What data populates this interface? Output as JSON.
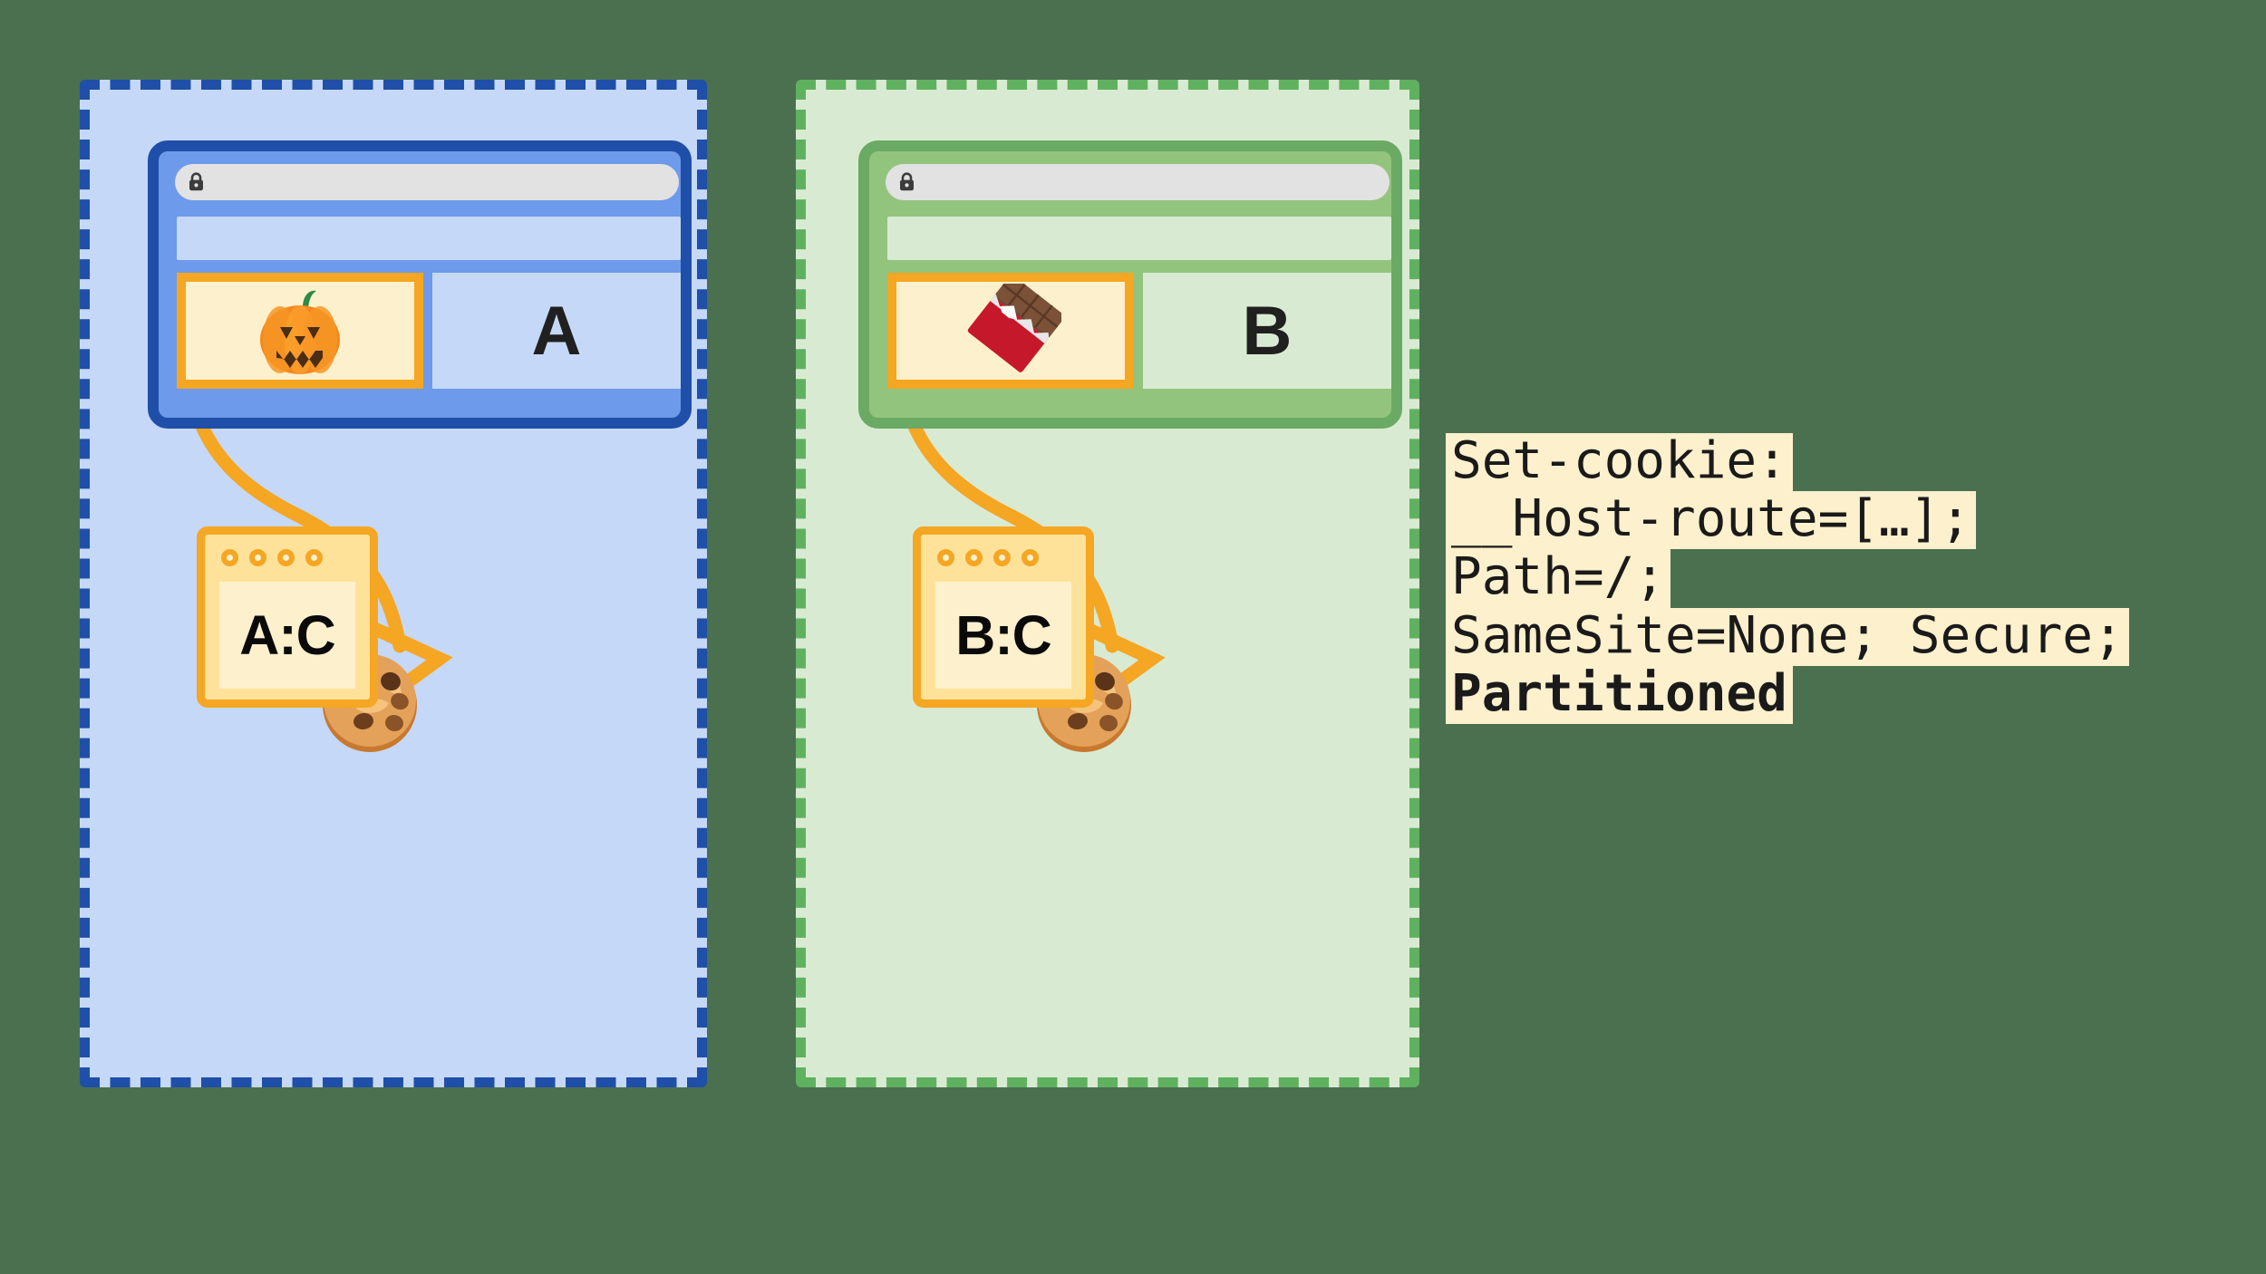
{
  "background_color": "#4a7050",
  "accent_colors": {
    "partition_blue_border": "#1f4fa8",
    "partition_blue_fill": "#c6d8f7",
    "partition_green_border": "#60b15f",
    "partition_green_fill": "#d9ead3",
    "browser_blue_chrome": "#6d9aea",
    "browser_green_chrome": "#93c47d",
    "cookie_orange": "#f5a623",
    "code_bg": "#fdf0cd",
    "storage_fill": "#ffe29a"
  },
  "partitions": [
    {
      "name": "partition-a",
      "theme": "blue",
      "browser": {
        "urlbar_icon": "lock-icon",
        "iframe_icon": "jack-o-lantern-icon",
        "site_label": "A"
      },
      "cookie_icon": "cookie-icon",
      "storage": {
        "dots": 4,
        "label": "A:C"
      }
    },
    {
      "name": "partition-b",
      "theme": "green",
      "browser": {
        "urlbar_icon": "lock-icon",
        "iframe_icon": "chocolate-bar-icon",
        "site_label": "B"
      },
      "cookie_icon": "cookie-icon",
      "storage": {
        "dots": 4,
        "label": "B:C"
      }
    }
  ],
  "code": {
    "lines": [
      {
        "text": "Set-cookie:",
        "bold": false
      },
      {
        "text": "__Host-route=[…];",
        "bold": false
      },
      {
        "text": "Path=/;",
        "bold": false
      },
      {
        "text": "SameSite=None; Secure;",
        "bold": false
      },
      {
        "text": "Partitioned",
        "bold": true
      }
    ]
  }
}
